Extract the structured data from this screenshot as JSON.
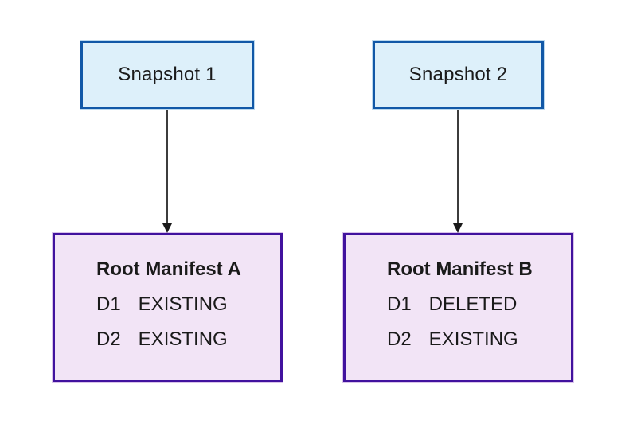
{
  "diagram": {
    "background_color": "#ffffff",
    "snapshot_style": {
      "fill": "#ddf0fa",
      "border": "#1158a7"
    },
    "manifest_style": {
      "fill": "#f2e4f6",
      "border": "#41129e"
    },
    "arrow_color": "#1a1a1a",
    "snapshots": [
      {
        "label": "Snapshot 1"
      },
      {
        "label": "Snapshot 2"
      }
    ],
    "manifests": [
      {
        "title": "Root Manifest A",
        "rows": [
          {
            "key": "D1",
            "value": "EXISTING"
          },
          {
            "key": "D2",
            "value": "EXISTING"
          }
        ]
      },
      {
        "title": "Root Manifest B",
        "rows": [
          {
            "key": "D1",
            "value": "DELETED"
          },
          {
            "key": "D2",
            "value": "EXISTING"
          }
        ]
      }
    ],
    "edges": [
      {
        "from": "Snapshot 1",
        "to": "Root Manifest A"
      },
      {
        "from": "Snapshot 2",
        "to": "Root Manifest B"
      }
    ]
  }
}
